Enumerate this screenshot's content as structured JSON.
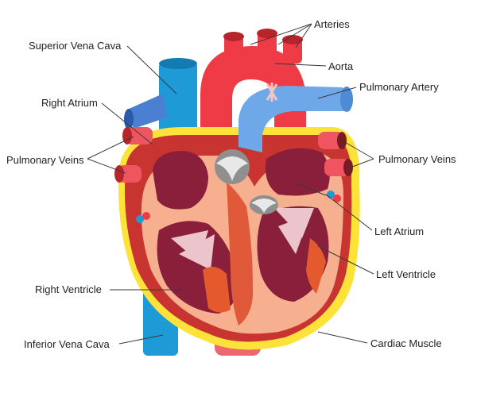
{
  "labels": {
    "arteries": "Arteries",
    "aorta": "Aorta",
    "superior_vena_cava": "Superior Vena Cava",
    "pulmonary_artery": "Pulmonary Artery",
    "right_atrium": "Right Atrium",
    "pulmonary_veins_left": "Pulmonary Veins",
    "pulmonary_veins_right": "Pulmonary Veins",
    "left_atrium": "Left Atrium",
    "left_ventricle": "Left Ventricle",
    "right_ventricle": "Right Ventricle",
    "inferior_vena_cava": "Inferior Vena Cava",
    "cardiac_muscle": "Cardiac Muscle"
  },
  "colors": {
    "oxygenated": "#ee3b45",
    "deoxygenated": "#1e9ad6",
    "pulmonary_artery": "#6fa8e8",
    "heart_outer": "#c8342f",
    "fat": "#fde23a",
    "muscle": "#f6b08f",
    "chamber": "#8a1f3c",
    "valve": "#d4d4d4"
  }
}
